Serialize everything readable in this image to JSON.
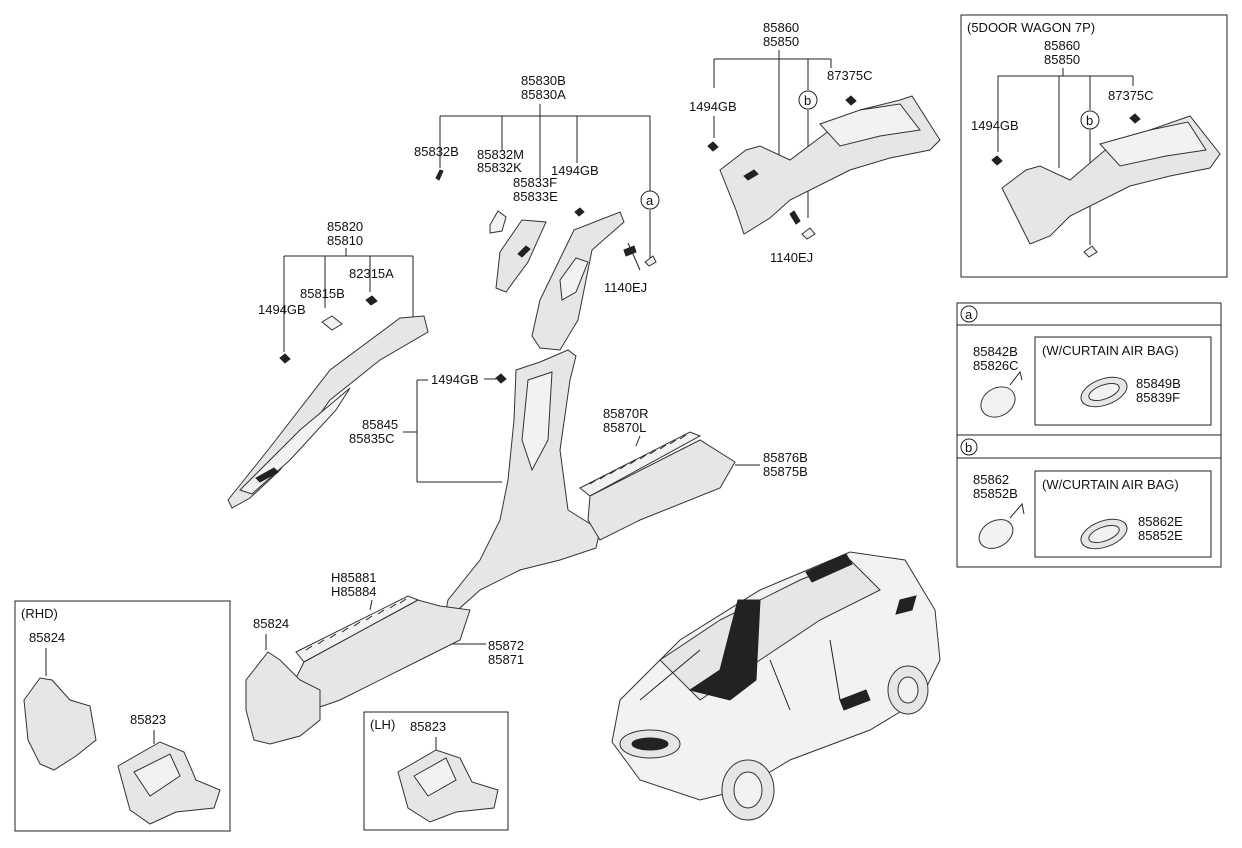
{
  "labels": {
    "p85830b": "85830B",
    "p85830a": "85830A",
    "p85832b": "85832B",
    "p85832m": "85832M",
    "p85832k": "85832K",
    "p85833f": "85833F",
    "p85833e": "85833E",
    "p1494gb_center": "1494GB",
    "callout_a_center": "a",
    "p1140ej_center": "1140EJ",
    "p85820": "85820",
    "p85810": "85810",
    "p82315a": "82315A",
    "p85815b": "85815B",
    "p1494gb_left": "1494GB",
    "p1494gb_bpillar": "1494GB",
    "p85845": "85845",
    "p85835c": "85835C",
    "p85870r": "85870R",
    "p85870l": "85870L",
    "p85876b": "85876B",
    "p85875b": "85875B",
    "ph85881": "H85881",
    "ph85884": "H85884",
    "p85824_main": "85824",
    "p85872": "85872",
    "p85871": "85871",
    "p85860_top": "85860",
    "p85850_top": "85850",
    "p87375c_top": "87375C",
    "p1494gb_top": "1494GB",
    "callout_b_top": "b",
    "p1140ej_top": "1140EJ"
  },
  "wagon_box": {
    "title": "(5DOOR WAGON 7P)",
    "p85860": "85860",
    "p85850": "85850",
    "p87375c": "87375C",
    "p1494gb": "1494GB",
    "callout_b": "b"
  },
  "legend_a": {
    "marker": "a",
    "p85842b": "85842B",
    "p85826c": "85826C",
    "inner_title": "(W/CURTAIN AIR BAG)",
    "p85849b": "85849B",
    "p85839f": "85839F"
  },
  "legend_b": {
    "marker": "b",
    "p85862": "85862",
    "p85852b": "85852B",
    "inner_title": "(W/CURTAIN AIR BAG)",
    "p85862e": "85862E",
    "p85852e": "85852E"
  },
  "rhd_box": {
    "title": "(RHD)",
    "p85824": "85824",
    "p85823": "85823"
  },
  "lh_box": {
    "title": "(LH)",
    "p85823": "85823"
  }
}
